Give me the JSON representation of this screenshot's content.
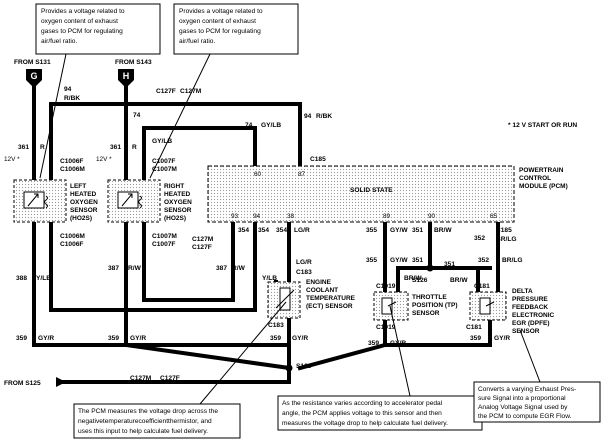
{
  "callouts": {
    "left_top": [
      "Provides a voltage related to",
      "oxygen content of exhaust",
      "gases to PCM for regulating",
      "air/fuel ratio."
    ],
    "right_top": [
      "Provides a voltage related to",
      "oxygen content of exhaust",
      "gases to PCM for regulating",
      "air/fuel ratio."
    ],
    "ect": [
      "The PCM measures the voltage drop across the",
      "negativetemperaturecoefficientthermistor, and",
      "uses this input to help calculate fuel delivery."
    ],
    "tp": [
      "As the resistance varies according to accelerator pedal",
      "angle, the PCM applies voltage to this sensor and then",
      "measures the voltage drop to help calculate fuel delivery."
    ],
    "dpfe": [
      "Converts a varying Exhaust Pres-",
      "sure Signal into a proportional",
      "Analog Voltage Signal used by",
      "the PCM to compute EGR Flow."
    ]
  },
  "sources": {
    "s131": "FROM S131",
    "s143": "FROM S143",
    "s125": "FROM S125",
    "g_letter": "G",
    "h_letter": "H"
  },
  "legend": "* 12 V START OR RUN",
  "pcm": {
    "inner": "SOLID STATE",
    "name": [
      "POWERTRAIN",
      "CONTROL",
      "MODULE (PCM)"
    ],
    "pin_top": [
      "60",
      "87"
    ],
    "pin_bottom": [
      "93",
      "94",
      "38",
      "89",
      "90",
      "65"
    ]
  },
  "sensors": {
    "left_o2": [
      "LEFT",
      "HEATED",
      "OXYGEN",
      "SENSOR",
      "(HO2S)"
    ],
    "right_o2": [
      "RIGHT",
      "HEATED",
      "OXYGEN",
      "SENSOR",
      "(HO2S)"
    ],
    "ect": [
      "ENGINE",
      "COOLANT",
      "TEMPERATURE",
      "(ECT) SENSOR"
    ],
    "tp": [
      "THROTTLE",
      "POSITION (TP)",
      "SENSOR"
    ],
    "dpfe": [
      "DELTA",
      "PRESSURE",
      "FEEDBACK",
      "ELECTRONIC",
      "EGR (DPFE)",
      "SENSOR"
    ]
  },
  "connectors": {
    "c1006f_top": "C1006F",
    "c1006m_top": "C1006M",
    "c1007f_top": "C1007F",
    "c1007m_top": "C1007M",
    "c1006m_bot": "C1006M",
    "c1006f_bot": "C1006F",
    "c1007m_bot": "C1007M",
    "c1007f_bot": "C1007F",
    "c127f_top": "C127F",
    "c127m_top": "C127M",
    "c127m_mid": "C127M",
    "c127f_mid": "C127F",
    "c127m_bot": "C127M",
    "c127f_bot": "C127F",
    "c185_top": "C185",
    "c185_bot": "C185",
    "c183_top": "C183",
    "c183_bot": "C183",
    "c1019_top": "C1019",
    "c1019_bot": "C1019",
    "c181_top": "C181",
    "c181_bot": "C181",
    "s123": "S123",
    "s126": "S126"
  },
  "wires": {
    "w94_left": "94",
    "rbk_left": "R/BK",
    "w94_right": "94",
    "rbk_right": "R/BK",
    "w361": "361",
    "r361": "R",
    "v12_left": "12V *",
    "w74": "74",
    "gylb74": "GY/LB",
    "w74b": "74",
    "gylb74b": "GY/LB",
    "w361b": "361",
    "r361b": "R",
    "v12_right": "12V *",
    "w388": "388",
    "ylb388": "Y/LB",
    "w387": "387",
    "rw387": "R/W",
    "w387b": "387",
    "rw387b": "R/W",
    "w354a": "354",
    "w354b": "354",
    "w354c": "354",
    "lgr354": "LG/R",
    "lgr354b": "LG/R",
    "ylb_ect": "Y/LB",
    "w355": "355",
    "gyw355": "GY/W",
    "w351": "351",
    "brw351": "BR/W",
    "w352": "352",
    "brlg352": "BR/LG",
    "w355b": "355",
    "gyw355b": "GY/W",
    "brw351b": "BR/W",
    "w351b": "351",
    "w351c": "351",
    "brw351c": "BR/W",
    "w352b": "352",
    "brlg352b": "BR/LG",
    "w359a": "359",
    "gyr359a": "GY/R",
    "w359b": "359",
    "gyr359b": "GY/R",
    "w359c": "359",
    "gyr359c": "GY/R",
    "w359d": "359",
    "gyr359d": "GY/R",
    "w359e": "359",
    "gyr359e": "GY/R"
  }
}
